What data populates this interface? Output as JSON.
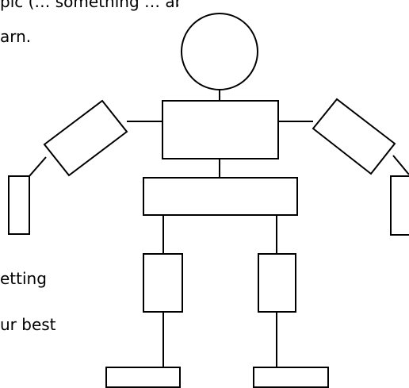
{
  "text": {
    "top_line": "pic (… something … about) …",
    "arn": "arn.",
    "etting": "etting",
    "best": "ur best"
  },
  "colors": {
    "background": "#ffffff",
    "stroke": "#000000"
  }
}
